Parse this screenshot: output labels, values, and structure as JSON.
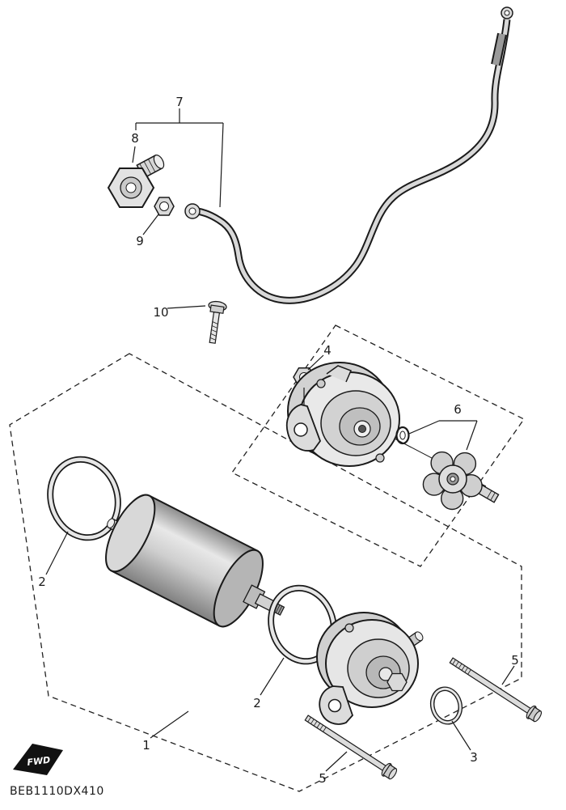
{
  "diagram": {
    "code": "BEB1110DX410",
    "fwd_label": "FWD",
    "labels": [
      "1",
      "2",
      "2",
      "3",
      "4",
      "5",
      "5",
      "6",
      "7",
      "8",
      "9",
      "10"
    ],
    "colors": {
      "line": "#1a1a1a",
      "metal_light": "#e9e9e9",
      "metal_mid": "#c9c9c9",
      "metal_dark": "#8f8f8f",
      "background": "#ffffff"
    }
  }
}
